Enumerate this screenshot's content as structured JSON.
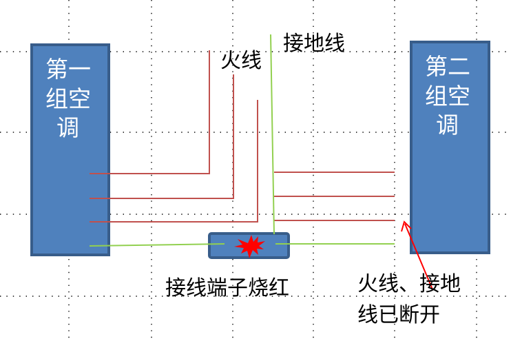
{
  "units": {
    "first": [
      "第一",
      "组空",
      "调"
    ],
    "second": [
      "第二",
      "组空",
      "调"
    ]
  },
  "labels": {
    "live": "火线",
    "earth": "接地线",
    "terminal": "接线端子烧红",
    "broken_line1": "火线、接地",
    "broken_line2": "线已断开"
  },
  "colors": {
    "box": "#4f81bd",
    "live_wire": "#c0504d",
    "earth_wire": "#92d050",
    "burn": "#ff0000"
  }
}
